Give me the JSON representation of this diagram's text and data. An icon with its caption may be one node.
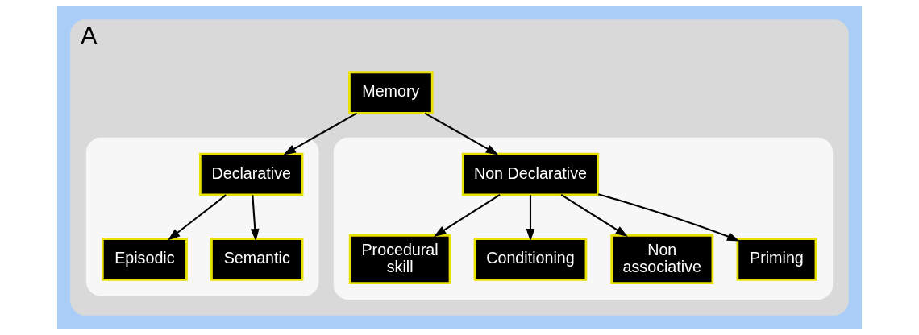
{
  "diagram": {
    "nodes": [
      {
        "text": [
          "A"
        ]
      },
      {
        "text": [
          "Memory"
        ],
        "in": 0
      },
      {
        "text": [],
        "shape": "box",
        "in": 0
      },
      {
        "text": [
          "Declarative"
        ],
        "in": 2
      },
      {
        "text": [
          "Episodic"
        ],
        "in": 2
      },
      {
        "text": [
          "Semantic"
        ],
        "in": 2
      },
      {
        "text": [],
        "shape": "box",
        "in": 0
      },
      {
        "text": [
          "Non Declarative"
        ],
        "in": 6
      },
      {
        "text": [
          "Procedural skill"
        ],
        "in": 6
      },
      {
        "text": [
          "Conditioning"
        ],
        "in": 6
      },
      {
        "text": [
          "Non associative"
        ],
        "in": 6
      },
      {
        "text": [
          "Priming"
        ],
        "in": 6
      }
    ],
    "edges": [
      {
        "from": 1,
        "to": 3,
        "arrow": "to"
      },
      {
        "from": 1,
        "to": 7,
        "arrow": "to"
      },
      {
        "from": 3,
        "to": 4,
        "arrow": "to"
      },
      {
        "from": 3,
        "to": 5,
        "arrow": "to"
      },
      {
        "from": 7,
        "to": 8,
        "arrow": "to"
      },
      {
        "from": 7,
        "to": 9,
        "arrow": "to"
      },
      {
        "from": 7,
        "to": 10,
        "arrow": "to"
      },
      {
        "from": 7,
        "to": 11,
        "arrow": "to"
      }
    ]
  }
}
